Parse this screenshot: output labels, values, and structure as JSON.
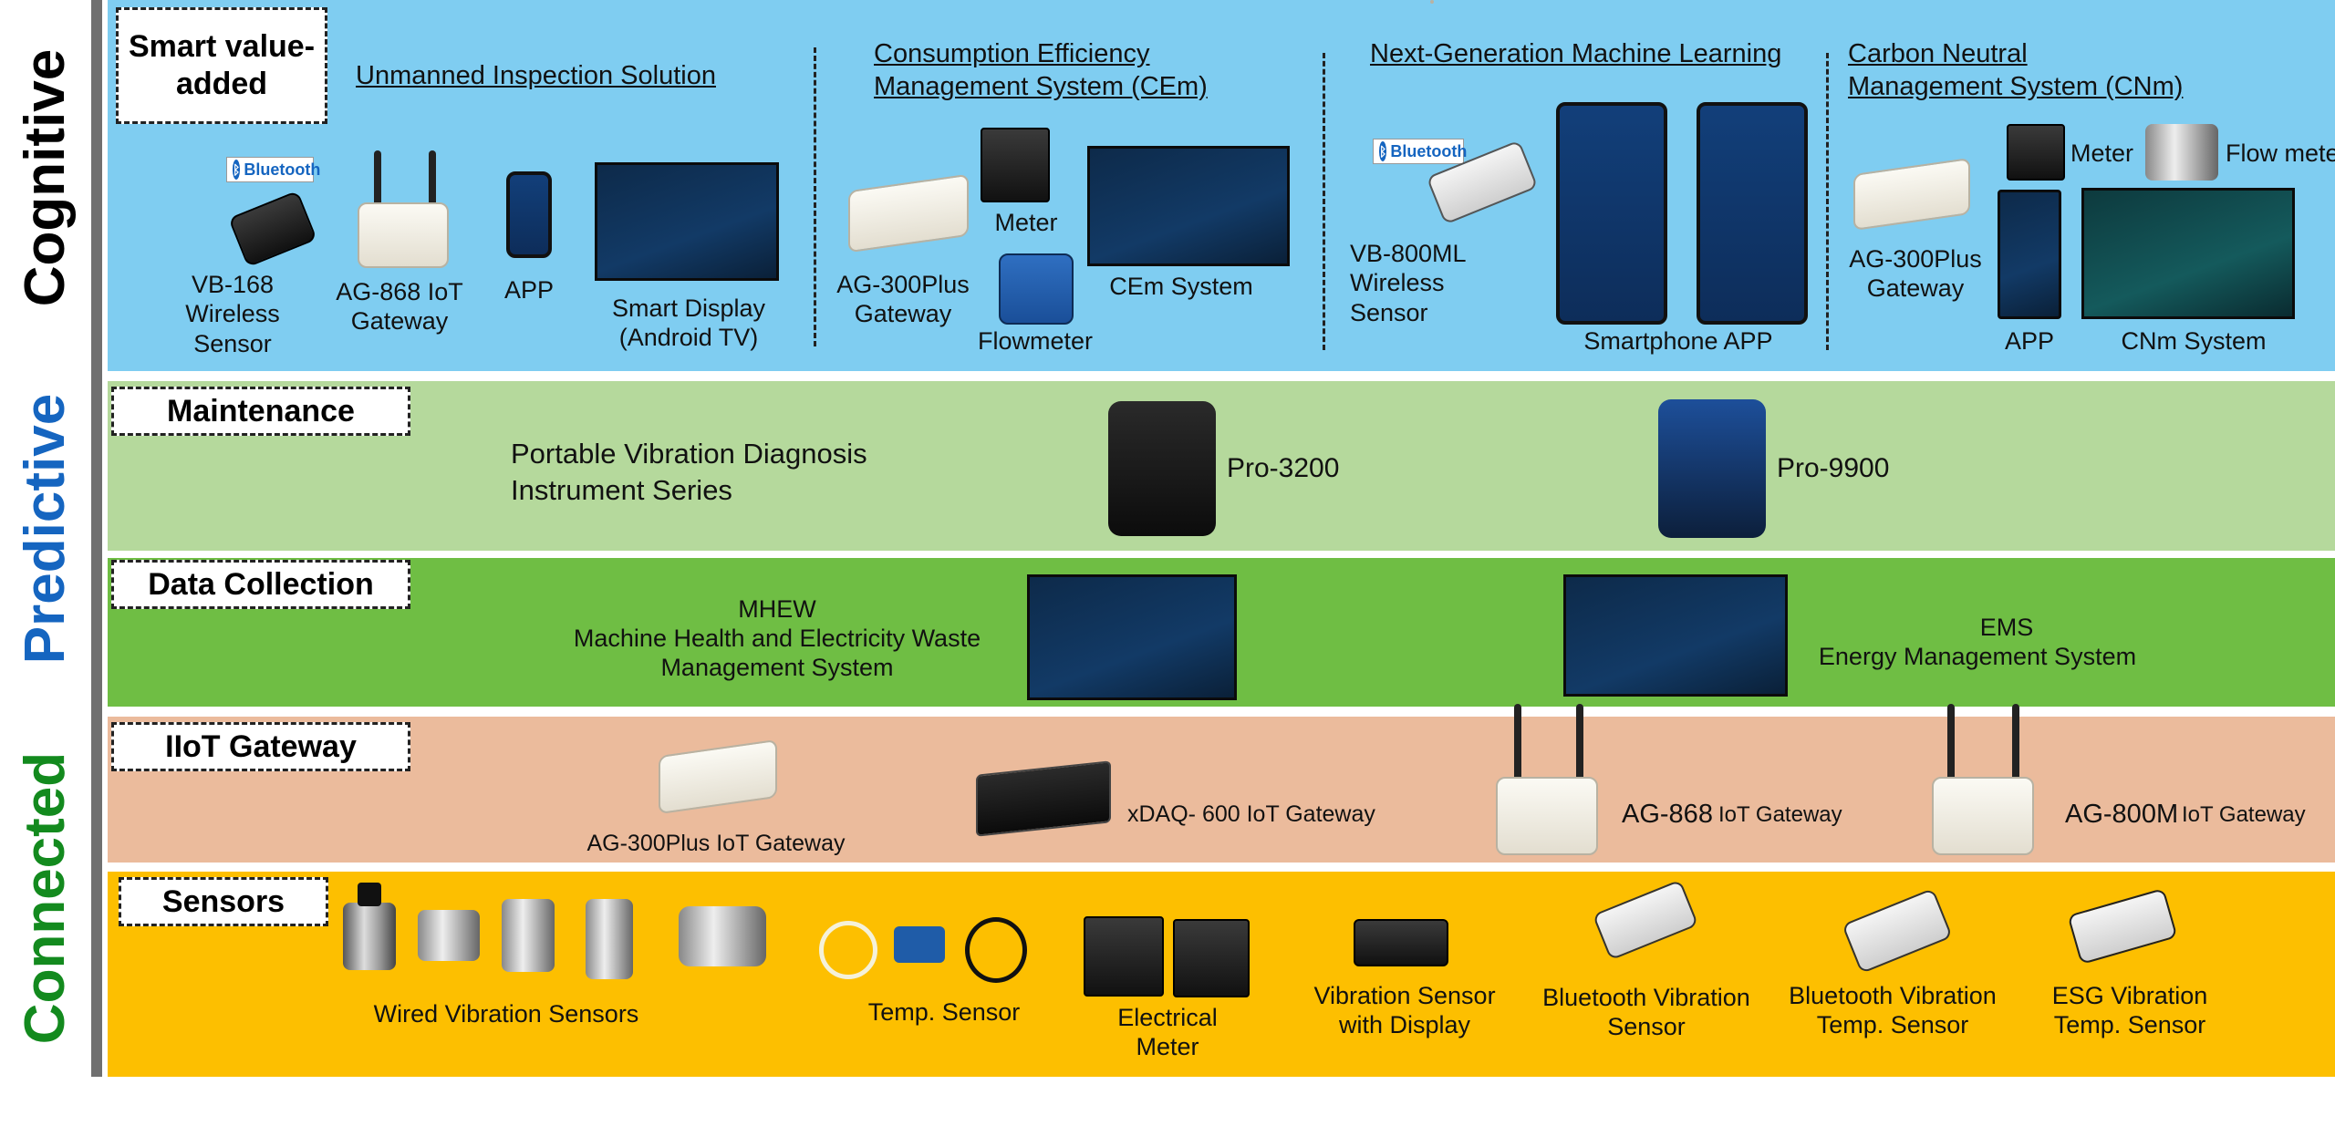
{
  "sidebar": {
    "cognitive": "Cognitive",
    "predictive": "Predictive",
    "connected": "Connected",
    "colors": {
      "cognitive": "#000000",
      "predictive": "#1565c0",
      "connected": "#138a1e"
    }
  },
  "bands": {
    "cognitive": {
      "tag": "Smart value-added",
      "sections": {
        "uis": {
          "title": "Unmanned Inspection Solution",
          "items": {
            "vb168": "VB-168 Wireless Sensor",
            "ag868": "AG-868 IoT Gateway",
            "app": "APP",
            "display": "Smart Display (Android TV)"
          },
          "bluetooth": "Bluetooth"
        },
        "cem": {
          "title1": "Consumption Efficiency",
          "title2": "Management System (CEm)",
          "items": {
            "meter": "Meter",
            "gateway": "AG-300Plus Gateway",
            "flowmeter": "Flowmeter",
            "system": "CEm System"
          }
        },
        "ml": {
          "title": "Next-Generation Machine Learning",
          "items": {
            "sensor": "VB-800ML Wireless Sensor",
            "app": "Smartphone APP"
          },
          "bluetooth": "Bluetooth"
        },
        "cnm": {
          "title1": "Carbon Neutral",
          "title2": "Management System (CNm)",
          "items": {
            "meter": "Meter",
            "flow": "Flow meter",
            "gateway": "AG-300Plus Gateway",
            "app": "APP",
            "system": "CNm System"
          }
        }
      }
    },
    "predictive": {
      "tag": "Maintenance",
      "series": "Portable Vibration Diagnosis Instrument Series",
      "items": {
        "pro3200": "Pro-3200",
        "pro9900": "Pro-9900"
      }
    },
    "data": {
      "tag": "Data Collection",
      "mhew1": "MHEW",
      "mhew2": "Machine Health and Electricity  Waste",
      "mhew3": "Management System",
      "ems1": "EMS",
      "ems2": "Energy Management System"
    },
    "gateway": {
      "tag": "IIoT Gateway",
      "items": {
        "ag300": "AG-300Plus IoT Gateway",
        "xdaq": "xDAQ- 600 IoT Gateway",
        "ag868": "AG-868",
        "ag868_suffix": "IoT Gateway",
        "ag800m": "AG-800M",
        "ag800m_suffix": "IoT Gateway"
      }
    },
    "sensors": {
      "tag": "Sensors",
      "items": {
        "wired": "Wired Vibration Sensors",
        "temp": "Temp. Sensor",
        "meter": "Electrical Meter",
        "display": "Vibration  Sensor with Display",
        "bt": "Bluetooth Vibration Sensor",
        "bttemp": "Bluetooth Vibration Temp. Sensor",
        "esg": "ESG Vibration Temp. Sensor"
      }
    }
  },
  "colors": {
    "cognitive_band": "#7fcdf1",
    "predictive_band": "#b5d99c",
    "data_band": "#6fbe44",
    "gateway_band": "#ebbb9c",
    "sensors_band": "#fdbf00",
    "left_rule": "#707070"
  }
}
